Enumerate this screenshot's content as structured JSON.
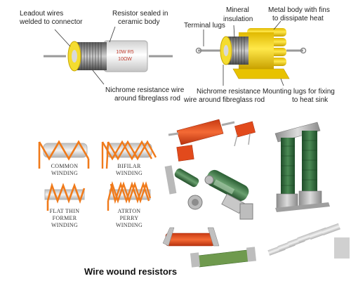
{
  "caption": "Wire wound resistors",
  "top_left_diagram": {
    "labels": {
      "leadout_1": "Leadout wires",
      "leadout_2": "welded to connector",
      "sealed_1": "Resistor sealed in",
      "sealed_2": "ceramic body",
      "nichrome_1": "Nichrome resistance wire",
      "nichrome_2": "around fibreglass rod"
    },
    "body_marking_1": "10W R5",
    "body_marking_2": "10ΩW"
  },
  "top_right_diagram": {
    "labels": {
      "terminal": "Terminal lugs",
      "mineral_1": "Mineral",
      "mineral_2": "insulation",
      "metal_1": "Metal body with fins",
      "metal_2": "to dissipate heat",
      "nichrome_1": "Nichrome resistance",
      "nichrome_2": "wire around fibreglass rod",
      "mounting_1": "Mounting lugs for fixing",
      "mounting_2": "to heat sink"
    }
  },
  "winding_types": [
    {
      "line1": "COMMON",
      "line2": "WINDING",
      "line3": ""
    },
    {
      "line1": "BIFILAR",
      "line2": "WINDING",
      "line3": ""
    },
    {
      "line1": "FLAT THIN",
      "line2": "FORMER",
      "line3": "WINDING"
    },
    {
      "line1": "ATRTON",
      "line2": "PERRY",
      "line3": "WINDING"
    }
  ],
  "colors": {
    "winding_wire": "#f07a1a",
    "former_gray": "#d9d9d9",
    "ceramic": "#eeeeee",
    "metal_gold": "#f2d400",
    "green_resistor": "#2e6b3a",
    "red_resistor": "#e24a1c",
    "copper_coil": "#7a4a2a"
  }
}
